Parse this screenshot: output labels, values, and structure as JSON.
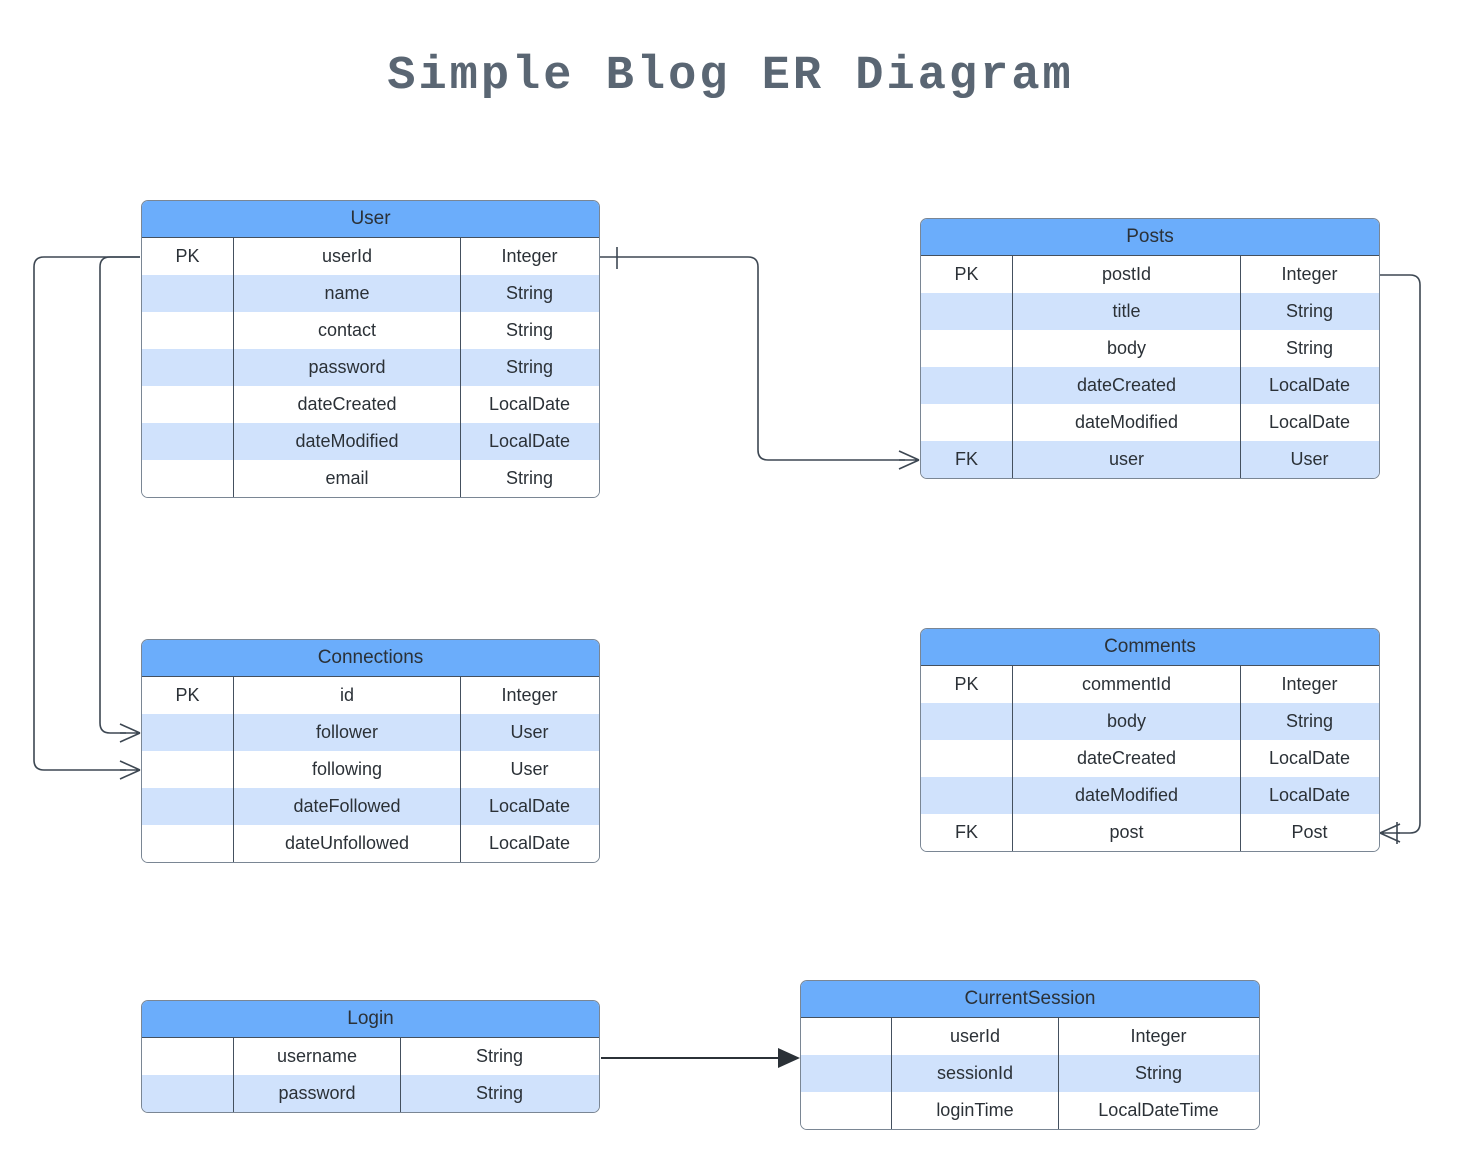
{
  "title": "Simple Blog ER Diagram",
  "colors": {
    "header_blue": "#6BADFB",
    "row_alt_blue": "#D0E2FC",
    "row_plain": "#FFFFFF",
    "border": "#44505E",
    "outline": "#7A8694",
    "text": "#2B3137",
    "title_text": "#5A6673",
    "connector": "#3D4752"
  },
  "entities": [
    {
      "id": "user",
      "name": "User",
      "rows": [
        {
          "key": "PK",
          "name": "userId",
          "type": "Integer",
          "shade": "plain"
        },
        {
          "key": "",
          "name": "name",
          "type": "String",
          "shade": "alt"
        },
        {
          "key": "",
          "name": "contact",
          "type": "String",
          "shade": "plain"
        },
        {
          "key": "",
          "name": "password",
          "type": "String",
          "shade": "alt"
        },
        {
          "key": "",
          "name": "dateCreated",
          "type": "LocalDate",
          "shade": "plain"
        },
        {
          "key": "",
          "name": "dateModified",
          "type": "LocalDate",
          "shade": "alt"
        },
        {
          "key": "",
          "name": "email",
          "type": "String",
          "shade": "plain"
        }
      ]
    },
    {
      "id": "posts",
      "name": "Posts",
      "rows": [
        {
          "key": "PK",
          "name": "postId",
          "type": "Integer",
          "shade": "plain"
        },
        {
          "key": "",
          "name": "title",
          "type": "String",
          "shade": "alt"
        },
        {
          "key": "",
          "name": "body",
          "type": "String",
          "shade": "plain"
        },
        {
          "key": "",
          "name": "dateCreated",
          "type": "LocalDate",
          "shade": "alt"
        },
        {
          "key": "",
          "name": "dateModified",
          "type": "LocalDate",
          "shade": "plain"
        },
        {
          "key": "FK",
          "name": "user",
          "type": "User",
          "shade": "alt"
        }
      ]
    },
    {
      "id": "connections",
      "name": "Connections",
      "rows": [
        {
          "key": "PK",
          "name": "id",
          "type": "Integer",
          "shade": "plain"
        },
        {
          "key": "",
          "name": "follower",
          "type": "User",
          "shade": "alt"
        },
        {
          "key": "",
          "name": "following",
          "type": "User",
          "shade": "plain"
        },
        {
          "key": "",
          "name": "dateFollowed",
          "type": "LocalDate",
          "shade": "alt"
        },
        {
          "key": "",
          "name": "dateUnfollowed",
          "type": "LocalDate",
          "shade": "plain"
        }
      ]
    },
    {
      "id": "comments",
      "name": "Comments",
      "rows": [
        {
          "key": "PK",
          "name": "commentId",
          "type": "Integer",
          "shade": "plain"
        },
        {
          "key": "",
          "name": "body",
          "type": "String",
          "shade": "alt"
        },
        {
          "key": "",
          "name": "dateCreated",
          "type": "LocalDate",
          "shade": "plain"
        },
        {
          "key": "",
          "name": "dateModified",
          "type": "LocalDate",
          "shade": "alt"
        },
        {
          "key": "FK",
          "name": "post",
          "type": "Post",
          "shade": "plain"
        }
      ]
    },
    {
      "id": "login",
      "name": "Login",
      "rows": [
        {
          "key": "",
          "name": "username",
          "type": "String",
          "shade": "plain"
        },
        {
          "key": "",
          "name": "password",
          "type": "String",
          "shade": "alt"
        }
      ]
    },
    {
      "id": "currentsession",
      "name": "CurrentSession",
      "rows": [
        {
          "key": "",
          "name": "userId",
          "type": "Integer",
          "shade": "plain"
        },
        {
          "key": "",
          "name": "sessionId",
          "type": "String",
          "shade": "alt"
        },
        {
          "key": "",
          "name": "loginTime",
          "type": "LocalDateTime",
          "shade": "plain"
        }
      ]
    }
  ],
  "relationships": [
    {
      "id": "user-posts",
      "from": "User.userId",
      "to": "Posts.user",
      "from_cardinality": "one",
      "to_cardinality": "many"
    },
    {
      "id": "user-connections-follower",
      "from": "User.userId",
      "to": "Connections.follower",
      "from_cardinality": "one",
      "to_cardinality": "many"
    },
    {
      "id": "user-connections-following",
      "from": "User.userId",
      "to": "Connections.following",
      "from_cardinality": "one",
      "to_cardinality": "many"
    },
    {
      "id": "posts-comments",
      "from": "Posts.postId",
      "to": "Comments.post",
      "from_cardinality": "one",
      "to_cardinality": "many"
    },
    {
      "id": "login-currentsession",
      "from": "Login.username",
      "to": "CurrentSession",
      "from_cardinality": "",
      "to_cardinality": "arrow"
    }
  ]
}
